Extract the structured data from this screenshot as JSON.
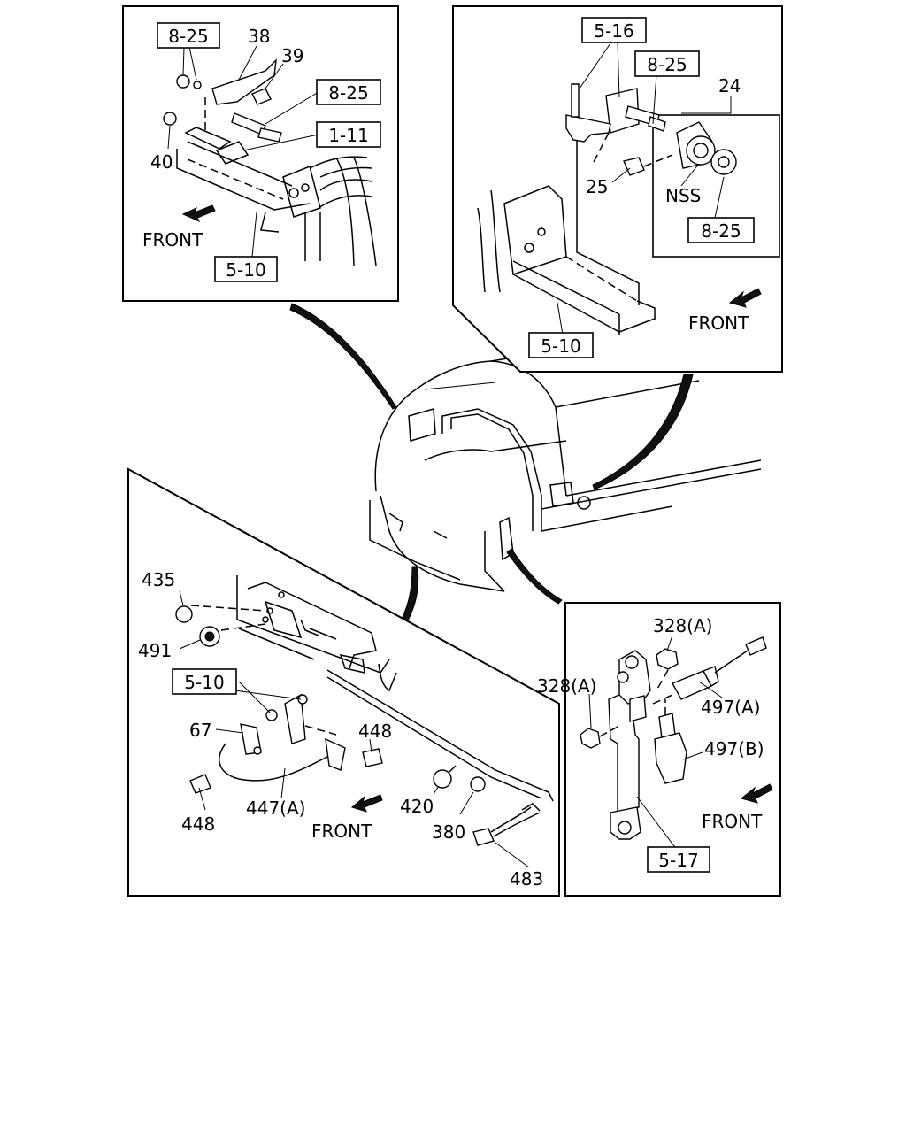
{
  "panels": {
    "top_left": {
      "boxed_refs": [
        "8-25",
        "8-25",
        "1-11",
        "5-10"
      ],
      "labels": [
        "38",
        "39",
        "40"
      ],
      "direction": "FRONT"
    },
    "top_right": {
      "boxed_refs": [
        "5-16",
        "8-25",
        "8-25",
        "5-10"
      ],
      "labels": [
        "24",
        "25",
        "NSS"
      ],
      "direction": "FRONT"
    },
    "bottom_left": {
      "boxed_refs": [
        "5-10"
      ],
      "labels": [
        "435",
        "491",
        "67",
        "448",
        "448",
        "447(A)",
        "420",
        "380",
        "483"
      ],
      "direction": "FRONT"
    },
    "bottom_right": {
      "boxed_refs": [
        "5-17"
      ],
      "labels": [
        "328(A)",
        "328(A)",
        "497(A)",
        "497(B)"
      ],
      "direction": "FRONT"
    }
  }
}
